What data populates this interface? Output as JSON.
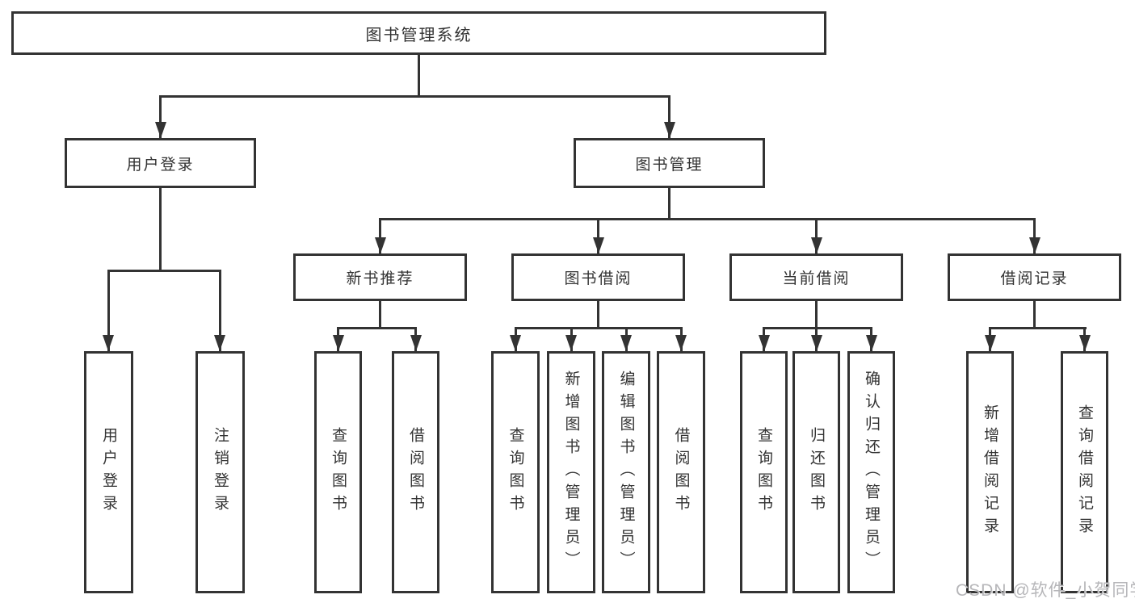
{
  "tree": {
    "label": "图书管理系统",
    "children": [
      {
        "label": "用户登录",
        "children": [
          {
            "label": "用户登录"
          },
          {
            "label": "注销登录"
          }
        ]
      },
      {
        "label": "图书管理",
        "children": [
          {
            "label": "新书推荐",
            "children": [
              {
                "label": "查询图书"
              },
              {
                "label": "借阅图书"
              }
            ]
          },
          {
            "label": "图书借阅",
            "children": [
              {
                "label": "查询图书"
              },
              {
                "label": "新增图书（管理员）"
              },
              {
                "label": "编辑图书（管理员）"
              },
              {
                "label": "借阅图书"
              }
            ]
          },
          {
            "label": "当前借阅",
            "children": [
              {
                "label": "查询图书"
              },
              {
                "label": "归还图书"
              },
              {
                "label": "确认归还（管理员）"
              }
            ]
          },
          {
            "label": "借阅记录",
            "children": [
              {
                "label": "新增借阅记录"
              },
              {
                "label": "查询借阅记录"
              }
            ]
          }
        ]
      }
    ]
  },
  "watermark": {
    "text": "CSDN @软件_小贺同学"
  },
  "colors": {
    "stroke": "#333333",
    "text": "#333333",
    "box_background": "#ffffff",
    "page_background": "#ffffff",
    "watermark_text": "#b6b6b9"
  }
}
